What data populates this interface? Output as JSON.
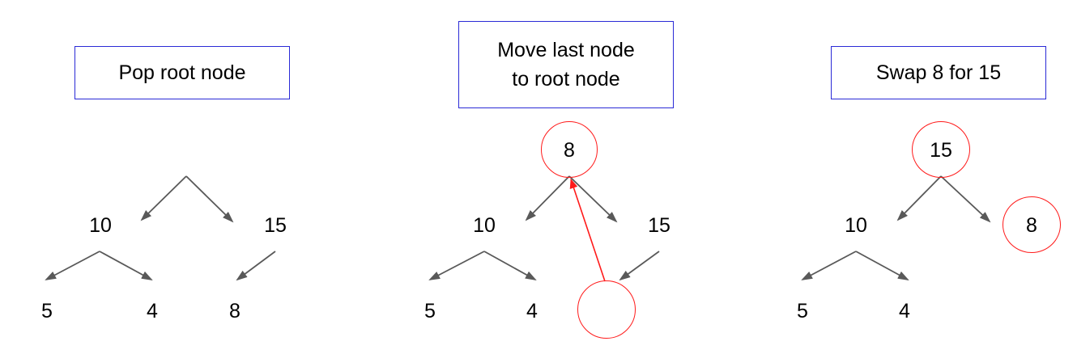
{
  "panels": [
    {
      "caption": [
        "Pop root node"
      ],
      "nodes": {
        "left": "10",
        "right": "15",
        "ll": "5",
        "lr": "4",
        "rl": "8"
      }
    },
    {
      "caption": [
        "Move last node",
        "to root node"
      ],
      "nodes": {
        "root": "8",
        "left": "10",
        "right": "15",
        "ll": "5",
        "lr": "4"
      }
    },
    {
      "caption": [
        "Swap 8 for 15"
      ],
      "nodes": {
        "root": "15",
        "right": "8",
        "left": "10",
        "ll": "5",
        "lr": "4"
      }
    }
  ],
  "colors": {
    "caption_border": "#2a2ad6",
    "highlight": "#ff1a1a",
    "edge": "#595959",
    "text": "#000000"
  }
}
